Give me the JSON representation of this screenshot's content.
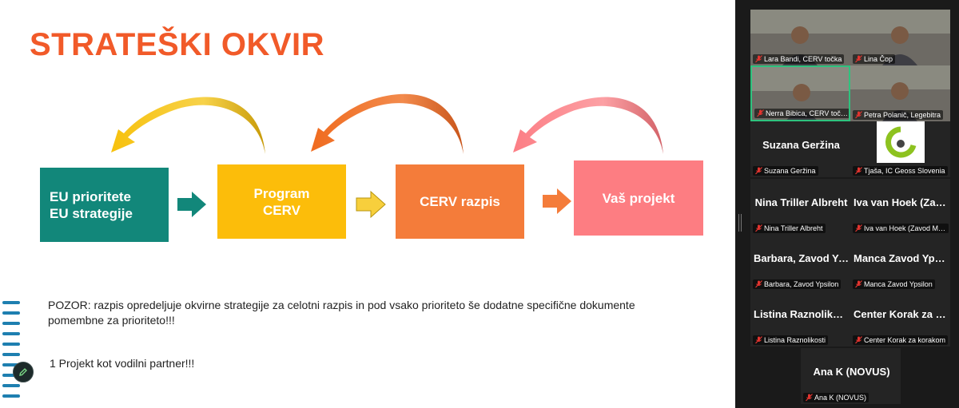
{
  "slide": {
    "title": "STRATEŠKI OKVIR",
    "boxes": [
      {
        "label": "EU prioritete\nEU strategije",
        "color": "#12877a"
      },
      {
        "label": "Program\nCERV",
        "color": "#fcbd0a"
      },
      {
        "label": "CERV razpis",
        "color": "#f47c3a"
      },
      {
        "label": "Vaš projekt",
        "color": "#fd7d82"
      }
    ],
    "note": "POZOR: razpis opredeljuje okvirne strategije za celotni razpis in pod vsako prioriteto še dodatne specifične dokumente pomembne za prioriteto!!!",
    "note2": "1 Projekt kot vodilni partner!!!",
    "accent_color": "#f15a29"
  },
  "participants": [
    {
      "tile_name": "",
      "label": "Lara Bandi, CERV točka",
      "video": true,
      "active": false
    },
    {
      "tile_name": "",
      "label": "Lina Čop",
      "video": true,
      "active": false
    },
    {
      "tile_name": "",
      "label": "Nerra Bibica, CERV točka",
      "video": true,
      "active": true
    },
    {
      "tile_name": "",
      "label": "Petra Polanič, Legebitra",
      "video": true,
      "active": false
    },
    {
      "tile_name": "Suzana Geržina",
      "label": "Suzana Geržina",
      "video": false,
      "active": false
    },
    {
      "tile_name": "",
      "label": "Tjaša, IC Geoss Slovenia",
      "video": false,
      "active": false,
      "logo": true
    },
    {
      "tile_name": "Nina Triller Albreht",
      "label": "Nina Triller Albreht",
      "video": false,
      "active": false
    },
    {
      "tile_name": "Iva van Hoek (Zavod Mladi)",
      "label": "Iva van Hoek (Zavod Mladi)",
      "video": false,
      "active": false
    },
    {
      "tile_name": "Barbara, Zavod Ypsilon",
      "label": "Barbara, Zavod Ypsilon",
      "video": false,
      "active": false
    },
    {
      "tile_name": "Manca Zavod Ypsilon",
      "label": "Manca Zavod Ypsilon",
      "video": false,
      "active": false
    },
    {
      "tile_name": "Listina Raznolikosti",
      "label": "Listina Raznolikosti",
      "video": false,
      "active": false
    },
    {
      "tile_name": "Center Korak za korakom",
      "label": "Center Korak za korakom",
      "video": false,
      "active": false
    },
    {
      "tile_name": "Ana K (NOVUS)",
      "label": "Ana K (NOVUS)",
      "video": false,
      "active": false
    }
  ],
  "icons": {
    "mic": "muted-mic-icon",
    "pen": "pen-icon"
  }
}
